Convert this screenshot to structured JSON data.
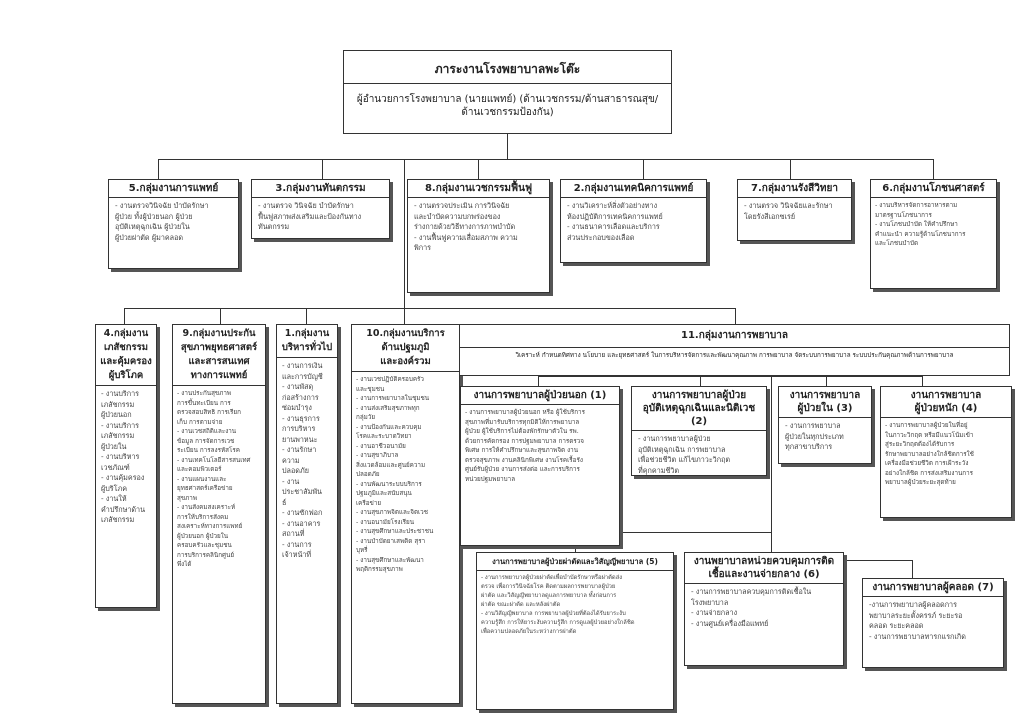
{
  "root": {
    "title": "ภาระงานโรงพยาบาลพะโต๊ะ",
    "subtitle": "ผู้อำนวยการโรงพยาบาล (นายแพทย์) (ด้านเวชกรรม/ด้านสาธารณสุข/ด้านเวชกรรมป้องกัน)"
  },
  "row1": [
    {
      "title": "5.กลุ่มงานการแพทย์",
      "body": "- งานตรวจวินิจฉัย บำบัดรักษา\nผู้ป่วย ทั้งผู้ป่วยนอก ผู้ป่วย\nอุบัติเหตุฉุกเฉิน ผู้ป่วยใน\nผู้ป่วยผ่าตัด ผู้มาคลอด"
    },
    {
      "title": "3.กลุ่มงานทันตกรรม",
      "body": "- งานตรวจ วินิจฉัย บำบัดรักษา\nฟื้นฟูสภาพส่งเสริมและป้องกันทาง\nทันตกรรม"
    },
    {
      "title": "8.กลุ่มงานเวชกรรมฟื้นฟู",
      "body": "- งานตรวจประเมิน การวินิจฉัย\nและบำบัดความบกพร่องของ\nร่างกายด้วยวิธีทางการภาพบำบัด\n- งานฟื้นฟูความเสื่อมสภาพ ความ\nพิการ"
    },
    {
      "title": "2.กลุ่มงานเทคนิคการแพทย์",
      "body": "- งานวิเคราะห์สิ่งตัวอย่างทาง\nห้องปฏิบัติการเทคนิคการแพทย์\n- งานธนาคารเลือดและบริการ\nส่วนประกอบของเลือด"
    },
    {
      "title": "7.กลุ่มงานรังสีวิทยา",
      "body": "- งานตรวจ วินิจฉัยและรักษา\nโดยรังสีเอกซเรย์"
    },
    {
      "title": "6.กลุ่มงานโภชนศาสตร์",
      "body": "- งานบริหารจัดการอาหารตาม\nมาตรฐานโภชนาการ\n- งานโภชนบำบัด ให้คำปรึกษา\nคำแนะนำ ความรู้ด้านโภชนาการ\nและโภชนบำบัด"
    }
  ],
  "row2": [
    {
      "title": "4.กลุ่มงาน\nเภสัชกรรม\nและคุ้มครอง\nผู้บริโภค",
      "body": "- งานบริการ\nเภสัชกรรม\nผู้ป่วยนอก\n- งานบริการ\nเภสัชกรรม\nผู้ป่วยใน\n- งานบริหาร\nเวชภัณฑ์\n- งานคุ้มครอง\nผู้บริโภค\n- งานให้\nคำปรึกษาด้าน\nเภสัชกรรม"
    },
    {
      "title": "9.กลุ่มงานประกัน\nสุขภาพยุทธศาสตร์\nและสารสนเทศ\nทางการแพทย์",
      "body": "- งานประกันสุขภาพ\nการขึ้นทะเบียน การ\nตรวจสอบสิทธิ การเรียก\nเก็บ การตามจ่าย\n- งานเวชสถิติและงาน\nข้อมูล การจัดการเวช\nระเบียน การลงรหัสโรค\n- งานเทคโนโลยีสารสนเทศ\nและคอมพิวเตอร์\n- งานแผนงานและ\nยุทธศาสตร์เครือข่าย\nสุขภาพ\n- งานสังคมสงเคราะห์\nการให้บริการสังคม\nสงเคราะห์ทางการแพทย์\nผู้ป่วยนอก ผู้ป่วยใน\nครอบครัวและชุมชน\nการบริการคลินิกศูนย์\nพึ่งได้"
    },
    {
      "title": "1.กลุ่มงาน\nบริหารทั่วไป",
      "body": "- งานการเงิน\nและการบัญชี\n- งานพัสดุ\nก่อสร้างการ\nซ่อมบำรุง\n- งานธุรการ\nการบริหาร\nยานพาหนะ\n- งานรักษา\nความ\nปลอดภัย\n- งาน\nประชาสัมพัน\nธ์\n- งานซักฟอก\n- งานอาคาร\nสถานที่\n- งานการ\nเจ้าหน้าที่"
    },
    {
      "title": "10.กลุ่มงานบริการ\nด้านปฐมภูมิ\nและองค์รวม",
      "body": "- งานเวชปฏิบัติครอบครัว\nและชุมชน\n- งานการพยาบาลในชุมชน\n- งานส่งเสริมสุขภาพทุก\nกลุ่มวัย\n- งานป้องกันและควบคุม\nโรคและระบาดวิทยา\n- งานอาชีวอนามัย\n- งานสุขาภิบาล\nสิ่งแวดล้อมและศูนย์ความ\nปลอดภัย\n- งานพัฒนาระบบบริการ\nปฐมภูมิและสนับสนุน\nเครือข่าย\n- งานสุขภาพจิตและจิตเวช\n- งานอนามัยโรงเรียน\n- งานสุขศึกษาและประชาชน\n- งานบำบัดยาเสพติด สุรา\nบุหรี่\n- งานสุขศึกษาและพัฒนา\nพฤติกรรมสุขภาพ"
    }
  ],
  "group11": {
    "title": "11.กลุ่มงานการพยาบาล",
    "desc": "วิเคราะห์ กำหนดทิศทาง นโยบาย และยุทธศาสตร์ ในการบริหารจัดการและพัฒนาคุณภาพ การพยาบาล จัดระบบการพยาบาล ระบบประกันคุณภาพด้านการพยาบาล",
    "sub": [
      {
        "title": "งานการพยาบาลผู้ป่วยนอก (1)",
        "body": "- งานการพยาบาลผู้ป่วยนอก หรือ ผู้ใช้บริการ\nสุขภาพที่มารับบริการทุกมิติให้การพยาบาล\nผู้ป่วย ผู้ใช้บริการไม่ต้องพักรักษาตัวใน รพ.\nด้วยการคัดกรอง การปฐมพยาบาล การตรวจ\nพิเศษ การให้คำปรึกษาและสุขภาพจิต งาน\nตรวจสุขภาพ งานคลินิกพิเศษ งานโรคเรื้อรัง\nศูนย์รับผู้ป่วย งานการส่งต่อ และการบริการ\nหน่วยปฐมพยาบาล"
      },
      {
        "title": "งานการพยาบาลผู้ป่วย\nอุบัติเหตุฉุกเฉินและนิติเวช (2)",
        "body": "- งานการพยาบาลผู้ป่วย\nอุบัติเหตุฉุกเฉิน การพยาบาล\nเพื่อช่วยชีวิต แก้ไขภาวะวิกฤต\nที่คุกคามชีวิต"
      },
      {
        "title": "งานการพยาบาล\nผู้ป่วยใน (3)",
        "body": "- งานการพยาบาล\nผู้ป่วยในทุกประเภท\nทุกสาขาบริการ"
      },
      {
        "title": "งานการพยาบาล\nผู้ป่วยหนัก (4)",
        "body": "- งานการพยาบาลผู้ป่วยในที่อยู่\nในภาวะวิกฤต หรือมีแนวโน้มเข้า\nสู่ระยะวิกฤตต้องได้รับการ\nรักษาพยาบาลอย่างใกล้ชิดการใช้\nเครื่องมือช่วยชีวิต การเฝ้าระวัง\nอย่างใกล้ชิด การส่งเสริมงานการ\nพยาบาลผู้ป่วยระยะสุดท้าย"
      },
      {
        "title": "งานการพยาบาลผู้ป่วยผ่าตัดและวิสัญญีพยาบาล (5)",
        "body": "- งานการพยาบาลผู้ป่วยผ่าตัดเพื่อบำบัดรักษาหรือผ่าตัดส่ง\nตรวจ เพื่อการวินิจฉัยโรค ติดตามผลการพยาบาลผู้ป่วย\nผ่าตัด และวิสัญญีพยาบาลดูแลการพยาบาล ทั้งก่อนการ\nผ่าตัด ขณะผ่าตัด และหลังผ่าตัด\n- งานวิสัญญีพยาบาล การพยาบาลผู้ป่วยที่ต้องได้รับยาระงับ\nความรู้สึก การให้ยาระงับความรู้สึก การดูแลผู้ป่วยอย่างใกล้ชิด\nเพื่อความปลอดภัยในระหว่างการผ่าตัด"
      },
      {
        "title": "งานพยาบาลหน่วยควบคุมการติด\nเชื้อและงานจ่ายกลาง (6)",
        "body": "- งานการพยาบาลควบคุมการติดเชื้อใน\nโรงพยาบาล\n- งานจ่ายกลาง\n- งานศูนย์เครื่องมือแพทย์"
      },
      {
        "title": "งานการพยาบาลผู้คลอด (7)",
        "body": "-งานการพยาบาลผู้คลอดการ\nพยาบาลระยะตั้งครรภ์ ระยะรอ\nคลอด ระยะคลอด\n- งานการพยาบาลทารกแรกเกิด"
      }
    ]
  }
}
